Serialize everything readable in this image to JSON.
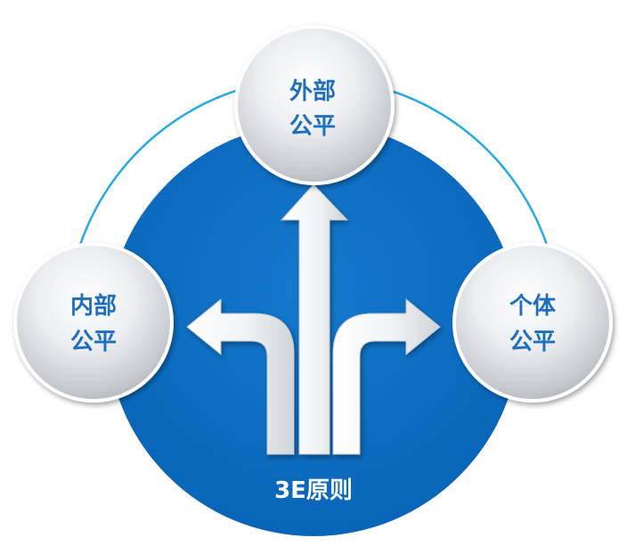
{
  "diagram": {
    "center_label": "3E原则",
    "nodes": [
      {
        "position": "top",
        "lines": [
          "外部",
          "公平"
        ]
      },
      {
        "position": "left",
        "lines": [
          "内部",
          "公平"
        ]
      },
      {
        "position": "right",
        "lines": [
          "个体",
          "公平"
        ]
      }
    ],
    "arrows": [
      "left",
      "up",
      "right"
    ],
    "colors": {
      "main_circle": "#0a6dc2",
      "ring": "#27a9e1",
      "node_text": "#1f6fbd",
      "center_text": "#ffffff",
      "node_fill": "#c9ccd1",
      "arrow_fill": "#f2f4f6"
    }
  }
}
